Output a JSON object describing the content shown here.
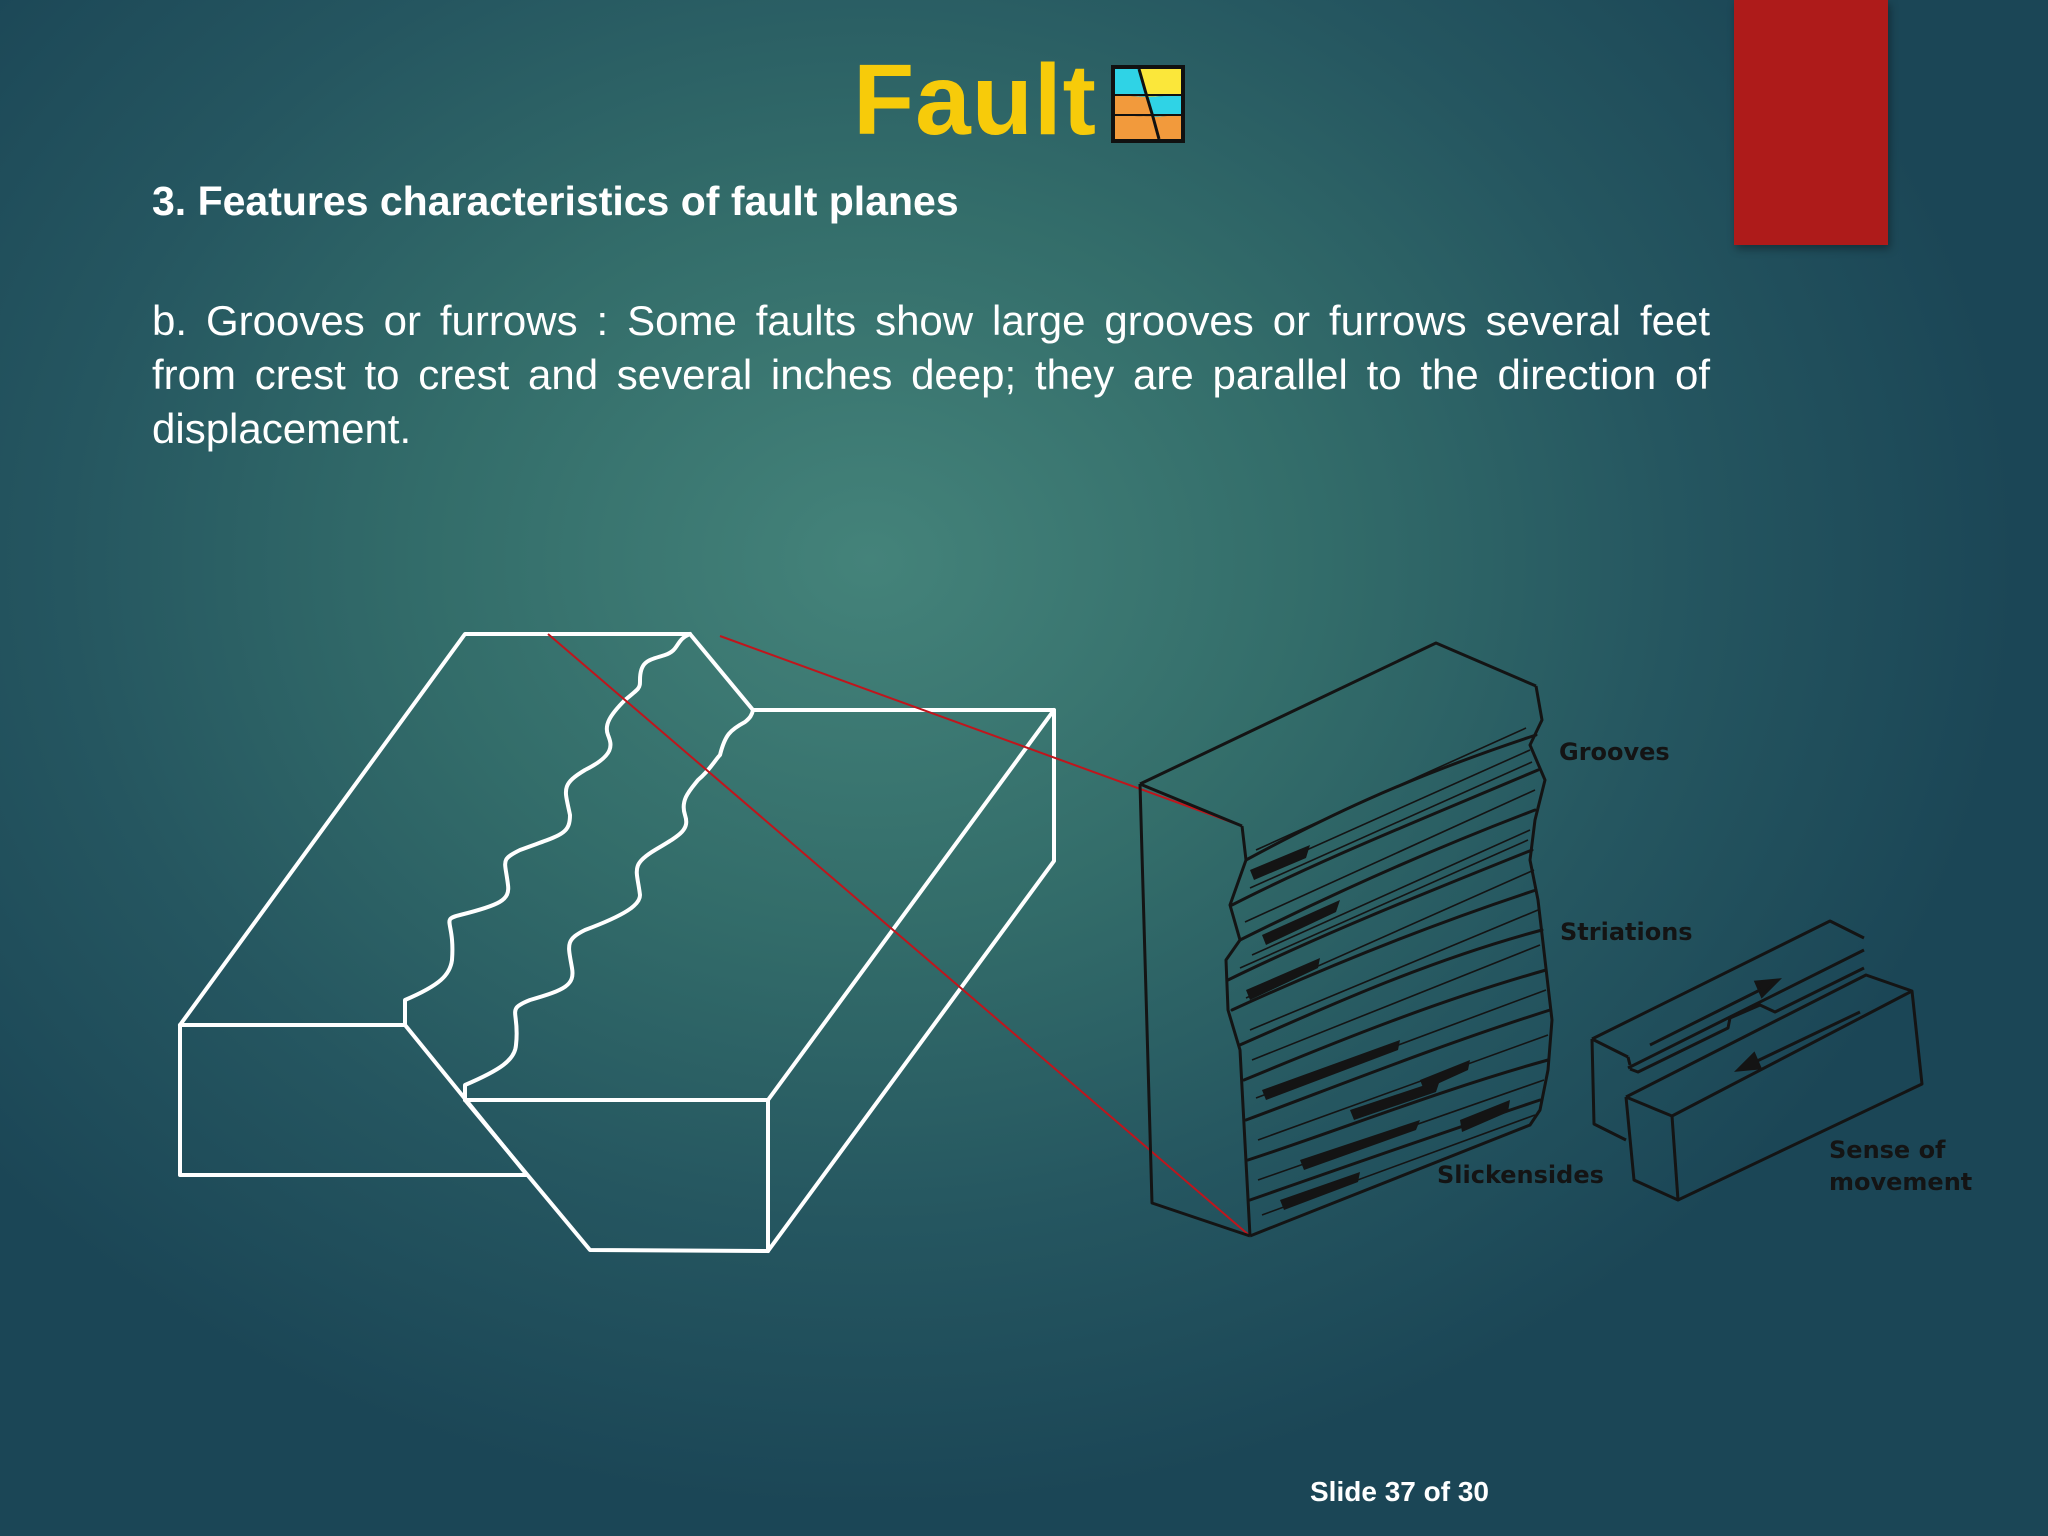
{
  "slide": {
    "title": "Fault",
    "subtitle": "3. Features characteristics of fault planes",
    "body": "b. Grooves or furrows : Some faults show large grooves or furrows several feet from crest to crest and several inches deep; they are parallel to the direction of displacement.",
    "slide_number": "Slide 37 of 30"
  },
  "diagram": {
    "labels": {
      "grooves": "Grooves",
      "striations": "Striations",
      "slickensides": "Slickensides",
      "sense_line1": "Sense of",
      "sense_line2": "movement"
    }
  },
  "colors": {
    "title": "#f7cb0a",
    "accent_tab": "#ae1b1a",
    "leader_lines": "#c0151c",
    "text": "#ffffff"
  }
}
